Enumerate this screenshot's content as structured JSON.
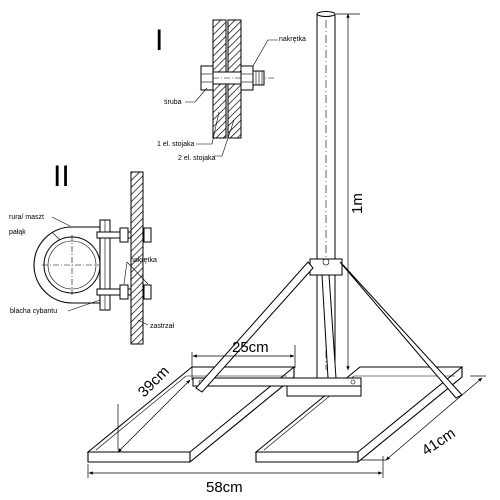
{
  "section_labels": {
    "detail_one": "I",
    "detail_two": "II"
  },
  "detail_one": {
    "nut": "nakrętka",
    "bolt": "śruba",
    "stand_el_1": "1 el. stojaka",
    "stand_el_2": "2 el. stojaka"
  },
  "detail_two": {
    "pipe_mast": "rura/ maszt",
    "bracket": "pałąk",
    "nut": "nakrętka",
    "sheet": "blacha cybantu",
    "brace": "zastrzał"
  },
  "dimensions": {
    "mast_height": "1m",
    "offset_25": "25cm",
    "depth_39": "39cm",
    "width_58": "58cm",
    "depth_41": "41cm"
  }
}
